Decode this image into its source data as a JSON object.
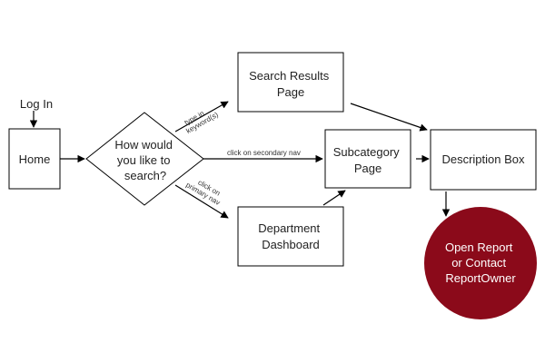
{
  "nodes": {
    "login": "Log In",
    "home": "Home",
    "decision": [
      "How would",
      "you like to",
      "search?"
    ],
    "search_results": [
      "Search Results",
      "Page"
    ],
    "subcategory": [
      "Subcategory",
      "Page"
    ],
    "department": [
      "Department",
      "Dashboard"
    ],
    "description": "Description Box",
    "outcome": [
      "Open Report",
      "or Contact",
      "ReportOwner"
    ]
  },
  "edges": {
    "keywords": [
      "type in",
      "keyword(s)"
    ],
    "secondary_nav": "click on secondary nav",
    "primary_nav": [
      "click on",
      "primary nav"
    ]
  },
  "colors": {
    "outcome_fill": "#8b0a1a",
    "outcome_text": "#ffffff",
    "stroke": "#000000"
  }
}
